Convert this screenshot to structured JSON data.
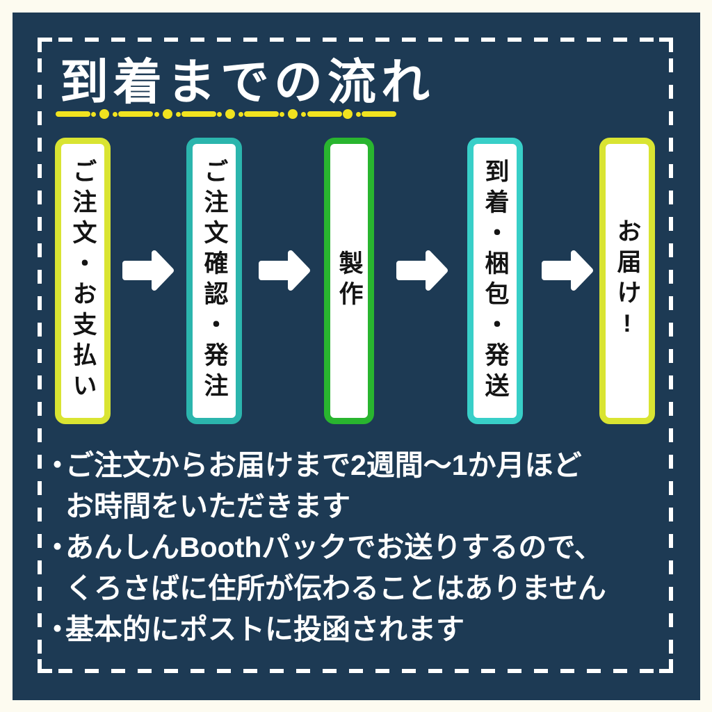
{
  "page": {
    "title": "到着までの流れ"
  },
  "flow": {
    "steps": [
      {
        "label": "ご注文・お支払い",
        "border_color": "#d9e432"
      },
      {
        "label": "ご注文確認・発注",
        "border_color": "#2bb5ad"
      },
      {
        "label": "製作",
        "border_color": "#29b52f"
      },
      {
        "label": "到着・梱包・発送",
        "border_color": "#38cfc8"
      },
      {
        "label": "お届け!",
        "border_color": "#d9e432"
      }
    ]
  },
  "notes": [
    {
      "marker": "・",
      "lines": [
        "ご注文からお届けまで2週間〜1か月ほど",
        "お時間をいただきます"
      ]
    },
    {
      "marker": "・",
      "lines": [
        "あんしんBoothパックでお送りするので、",
        "くろさばに住所が伝わることはありません"
      ]
    },
    {
      "marker": "・",
      "lines": [
        "基本的にポストに投函されます"
      ]
    }
  ],
  "colors": {
    "background_navy": "#1d3a54",
    "page_cream": "#fdfbf0",
    "underline_yellow": "#f1e31f",
    "frame_white": "#ffffff",
    "step_text_black": "#141414"
  }
}
